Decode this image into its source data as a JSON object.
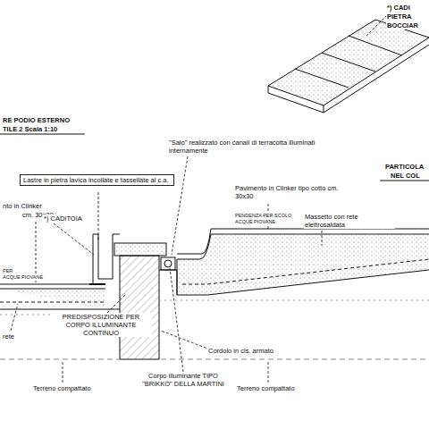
{
  "diagram": {
    "labels": [
      "*) CADI",
      "PIETRA",
      "BOCCIAR",
      "RE PODIO ESTERNO",
      "TILE 2 Scala 1:10",
      "PARTICOLA",
      "NEL COL",
      "\"Salo\" realizzato con canali di terracotta illuminati internamente",
      "Lastre in pietra lavica incollate e tassellate al c.a.",
      "Pavimento in Clinker tipo cotto cm. 30x30",
      "nto in Clinker",
      "cm. 30x30",
      "PENDENZA PER SCOLO ACQUE PIOVANE",
      "Massetto con rete elettrosaldata",
      "*) CADITOIA",
      "PER",
      "ACQUE PIOVANE",
      "rete",
      "PREDISPOSIZIONE PER CORPO ILLUMINANTE CONTINUO",
      "Cordolo in cls. armato",
      "Terreno compattato",
      "Corpo illuminante TIPO \"BRIKKO\" DELLA MARTINI",
      "Terreno compattato"
    ]
  }
}
